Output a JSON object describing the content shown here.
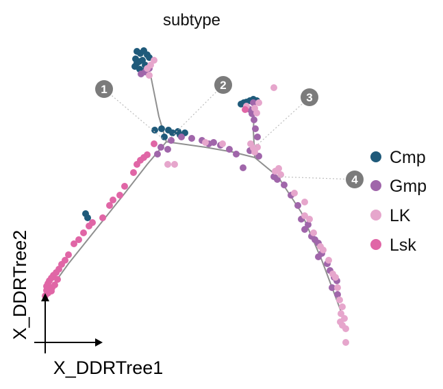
{
  "chart_data": {
    "type": "scatter",
    "title": "subtype",
    "xlabel": "X_DDRTree1",
    "ylabel": "X_DDRTree2",
    "colors": {
      "Cmp": "#1f5a7a",
      "Gmp": "#a066aa",
      "LK": "#e6a6cc",
      "Lsk": "#e066a6"
    },
    "legend": {
      "position": "right",
      "entries": [
        {
          "name": "Cmp",
          "color": "#1f5a7a"
        },
        {
          "name": "Gmp",
          "color": "#a066aa"
        },
        {
          "name": "LK",
          "color": "#e6a6cc"
        },
        {
          "name": "Lsk",
          "color": "#e066a6"
        }
      ]
    },
    "branch_points": [
      {
        "label": "1",
        "x": 243,
        "y": 207
      },
      {
        "label": "2",
        "x": 243,
        "y": 207
      },
      {
        "label": "3",
        "x": 372,
        "y": 215
      },
      {
        "label": "4",
        "x": 406,
        "y": 258
      }
    ],
    "trajectory": [
      [
        [
          66,
          432
        ],
        [
          100,
          385
        ],
        [
          140,
          335
        ],
        [
          180,
          285
        ],
        [
          215,
          240
        ],
        [
          243,
          207
        ]
      ],
      [
        [
          243,
          207
        ],
        [
          232,
          170
        ],
        [
          220,
          110
        ]
      ],
      [
        [
          243,
          207
        ],
        [
          300,
          215
        ],
        [
          340,
          222
        ],
        [
          372,
          230
        ]
      ],
      [
        [
          372,
          230
        ],
        [
          370,
          190
        ],
        [
          372,
          150
        ]
      ],
      [
        [
          372,
          230
        ],
        [
          406,
          258
        ],
        [
          440,
          310
        ],
        [
          470,
          380
        ],
        [
          500,
          460
        ]
      ]
    ],
    "series": [
      {
        "name": "Cmp",
        "points": [
          [
            200,
            75
          ],
          [
            205,
            78
          ],
          [
            210,
            74
          ],
          [
            215,
            80
          ],
          [
            198,
            86
          ],
          [
            203,
            90
          ],
          [
            208,
            88
          ],
          [
            212,
            95
          ],
          [
            197,
            97
          ],
          [
            204,
            101
          ],
          [
            210,
            104
          ],
          [
            218,
            84
          ],
          [
            200,
            92
          ],
          [
            352,
            152
          ],
          [
            356,
            150
          ],
          [
            360,
            149
          ],
          [
            365,
            147
          ],
          [
            370,
            145
          ],
          [
            375,
            147
          ],
          [
            226,
            190
          ],
          [
            236,
            188
          ],
          [
            246,
            190
          ],
          [
            252,
            194
          ],
          [
            260,
            192
          ],
          [
            263,
            197
          ],
          [
            240,
            200
          ],
          [
            125,
            312
          ],
          [
            128,
            318
          ],
          [
            270,
            194
          ]
        ]
      },
      {
        "name": "Gmp",
        "points": [
          [
            212,
            105
          ],
          [
            218,
            100
          ],
          [
            206,
            108
          ],
          [
            360,
            156
          ],
          [
            365,
            160
          ],
          [
            370,
            150
          ],
          [
            368,
            166
          ],
          [
            371,
            175
          ],
          [
            373,
            188
          ],
          [
            376,
            200
          ],
          [
            250,
            205
          ],
          [
            265,
            200
          ],
          [
            280,
            202
          ],
          [
            295,
            205
          ],
          [
            305,
            210
          ],
          [
            312,
            208
          ],
          [
            322,
            212
          ],
          [
            230,
            225
          ],
          [
            235,
            215
          ],
          [
            245,
            218
          ],
          [
            335,
            218
          ],
          [
            345,
            225
          ],
          [
            355,
            245
          ],
          [
            365,
            220
          ],
          [
            378,
            228
          ],
          [
            400,
            258
          ],
          [
            405,
            262
          ],
          [
            415,
            270
          ],
          [
            425,
            285
          ],
          [
            435,
            300
          ],
          [
            440,
            320
          ],
          [
            445,
            335
          ],
          [
            450,
            328
          ],
          [
            455,
            345
          ],
          [
            460,
            350
          ],
          [
            465,
            355
          ],
          [
            470,
            370
          ],
          [
            465,
            375
          ],
          [
            478,
            385
          ],
          [
            482,
            395
          ],
          [
            488,
            405
          ],
          [
            492,
            410
          ],
          [
            485,
            420
          ],
          [
            493,
            430
          ]
        ]
      },
      {
        "name": "LK",
        "points": [
          [
            215,
            100
          ],
          [
            220,
            95
          ],
          [
            225,
            88
          ],
          [
            218,
            110
          ],
          [
            400,
            128
          ],
          [
            360,
            155
          ],
          [
            378,
            150
          ],
          [
            372,
            158
          ],
          [
            375,
            165
          ],
          [
            366,
            210
          ],
          [
            370,
            216
          ],
          [
            376,
            215
          ],
          [
            372,
            222
          ],
          [
            245,
            240
          ],
          [
            255,
            240
          ],
          [
            300,
            208
          ],
          [
            325,
            210
          ],
          [
            402,
            250
          ],
          [
            407,
            246
          ],
          [
            410,
            255
          ],
          [
            430,
            282
          ],
          [
            445,
            295
          ],
          [
            445,
            315
          ],
          [
            452,
            320
          ],
          [
            458,
            340
          ],
          [
            468,
            360
          ],
          [
            472,
            365
          ],
          [
            480,
            380
          ],
          [
            486,
            400
          ],
          [
            490,
            405
          ],
          [
            493,
            420
          ],
          [
            496,
            438
          ],
          [
            500,
            448
          ],
          [
            498,
            458
          ],
          [
            503,
            465
          ],
          [
            500,
            475
          ],
          [
            505,
            480
          ],
          [
            497,
            470
          ],
          [
            505,
            500
          ]
        ]
      },
      {
        "name": "Lsk",
        "points": [
          [
            225,
            210
          ],
          [
            358,
            160
          ],
          [
            200,
            240
          ],
          [
            205,
            234
          ],
          [
            210,
            230
          ],
          [
            215,
            226
          ],
          [
            195,
            252
          ],
          [
            182,
            272
          ],
          [
            175,
            285
          ],
          [
            165,
            292
          ],
          [
            160,
            300
          ],
          [
            150,
            318
          ],
          [
            135,
            325
          ],
          [
            130,
            330
          ],
          [
            122,
            340
          ],
          [
            115,
            350
          ],
          [
            108,
            356
          ],
          [
            100,
            372
          ],
          [
            95,
            380
          ],
          [
            90,
            386
          ],
          [
            86,
            393
          ],
          [
            82,
            398
          ],
          [
            78,
            402
          ],
          [
            75,
            406
          ],
          [
            72,
            410
          ],
          [
            70,
            414
          ],
          [
            68,
            418
          ],
          [
            72,
            422
          ],
          [
            75,
            425
          ],
          [
            70,
            428
          ],
          [
            66,
            432
          ],
          [
            80,
            416
          ],
          [
            84,
            408
          ],
          [
            76,
            420
          ],
          [
            68,
            424
          ]
        ]
      }
    ]
  }
}
